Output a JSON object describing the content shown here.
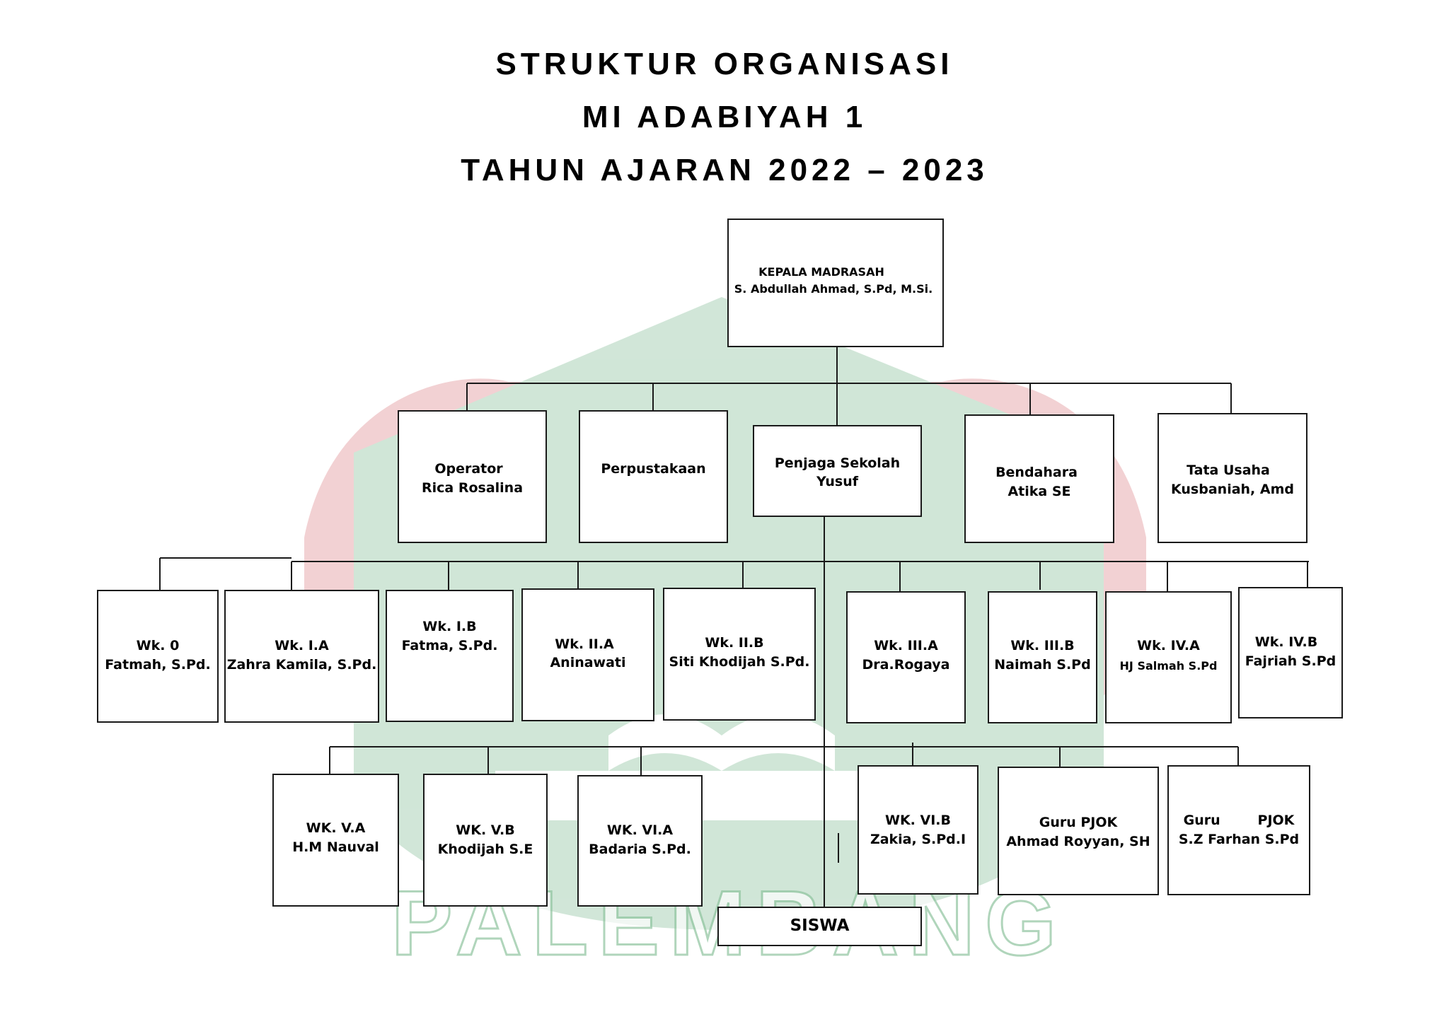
{
  "header": {
    "title_line1": "STRUKTUR ORGANISASI",
    "title_line2": "MI ADABIYAH 1",
    "title_line3": "TAHUN AJARAN 2022 – 2023"
  },
  "watermark": {
    "text": "PALEMBANG",
    "colors": {
      "green": "#2f8f4e",
      "red": "#c8323a"
    }
  },
  "nodes": {
    "kepala": {
      "role": "KEPALA MADRASAH",
      "name": "S. Abdullah Ahmad, S.Pd, M.Si."
    },
    "operator": {
      "role": "Operator",
      "name": "Rica Rosalina"
    },
    "perpustakaan": {
      "role": "Perpustakaan"
    },
    "penjaga": {
      "role": "Penjaga Sekolah",
      "name": "Yusuf"
    },
    "bendahara": {
      "role": "Bendahara",
      "name": "Atika SE"
    },
    "tata_usaha": {
      "role": "Tata Usaha",
      "name": "Kusbaniah, Amd"
    },
    "wk0": {
      "role": "Wk. 0",
      "name": "Fatmah, S.Pd."
    },
    "wk1a": {
      "role": "Wk. I.A",
      "name": "Zahra Kamila, S.Pd."
    },
    "wk1b": {
      "role": "Wk. I.B",
      "name": "Fatma, S.Pd."
    },
    "wk2a": {
      "role": "Wk. II.A",
      "name": "Aninawati"
    },
    "wk2b": {
      "role": "Wk. II.B",
      "name": "Siti Khodijah S.Pd."
    },
    "wk3a": {
      "role": "Wk. III.A",
      "name": "Dra.Rogaya"
    },
    "wk3b": {
      "role": "Wk. III.B",
      "name": "Naimah S.Pd"
    },
    "wk4a": {
      "role": "Wk. IV.A",
      "name": "HJ Salmah S.Pd"
    },
    "wk4b": {
      "role": "Wk. IV.B",
      "name": "Fajriah S.Pd"
    },
    "wk5a": {
      "role": "WK. V.A",
      "name": "H.M Nauval"
    },
    "wk5b": {
      "role": "WK. V.B",
      "name": "Khodijah S.E"
    },
    "wk6a": {
      "role": "WK. VI.A",
      "name": "Badaria S.Pd."
    },
    "wk6b": {
      "role": "WK. VI.B",
      "name": "Zakia, S.Pd.I"
    },
    "pjok1": {
      "role": "Guru PJOK",
      "name": "Ahmad Royyan, SH"
    },
    "pjok2": {
      "role": "Guru        PJOK",
      "name": "S.Z Farhan S.Pd"
    },
    "siswa": {
      "role": "SISWA"
    }
  }
}
